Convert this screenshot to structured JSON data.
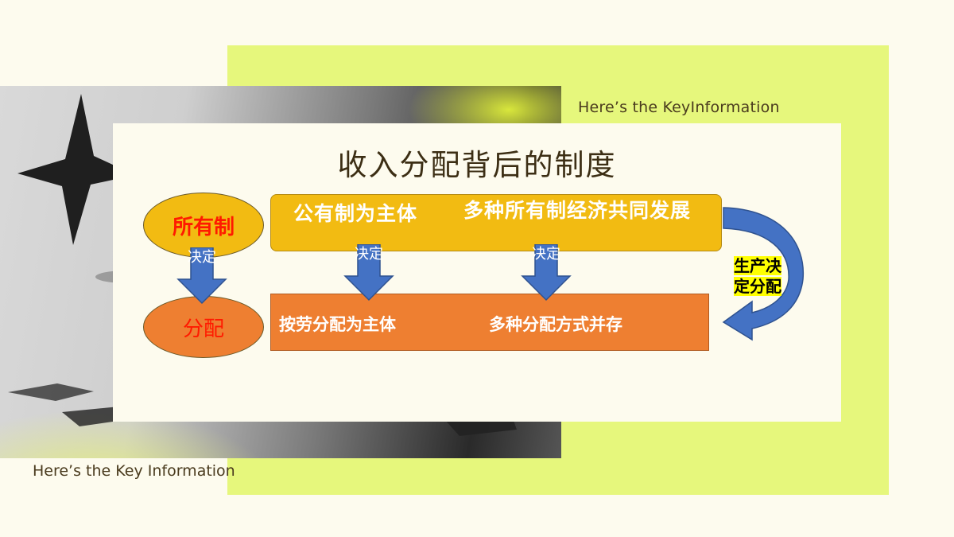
{
  "captions": {
    "top_pre": "Here’s the Key",
    "top_post": "Information",
    "bottom": "Here’s the Key Information"
  },
  "slide": {
    "title": "收入分配背后的制度",
    "ownership": "所有制",
    "distribution": "分配",
    "ownership_box": {
      "left": "公有制为主体",
      "right": "多种所有制经济共同发展"
    },
    "distribution_box": {
      "left": "按劳分配为主体",
      "right": "多种分配方式并存"
    },
    "decide_label": "决定",
    "production_label_line1": "生产决",
    "production_label_line2": "定分配"
  },
  "colors": {
    "green_panel": "#e6f77c",
    "yellow": "#f2bb12",
    "orange": "#ee7f31",
    "arrow_blue": "#4472c4",
    "red_text": "#ff1a00",
    "highlight": "#ffff00"
  }
}
